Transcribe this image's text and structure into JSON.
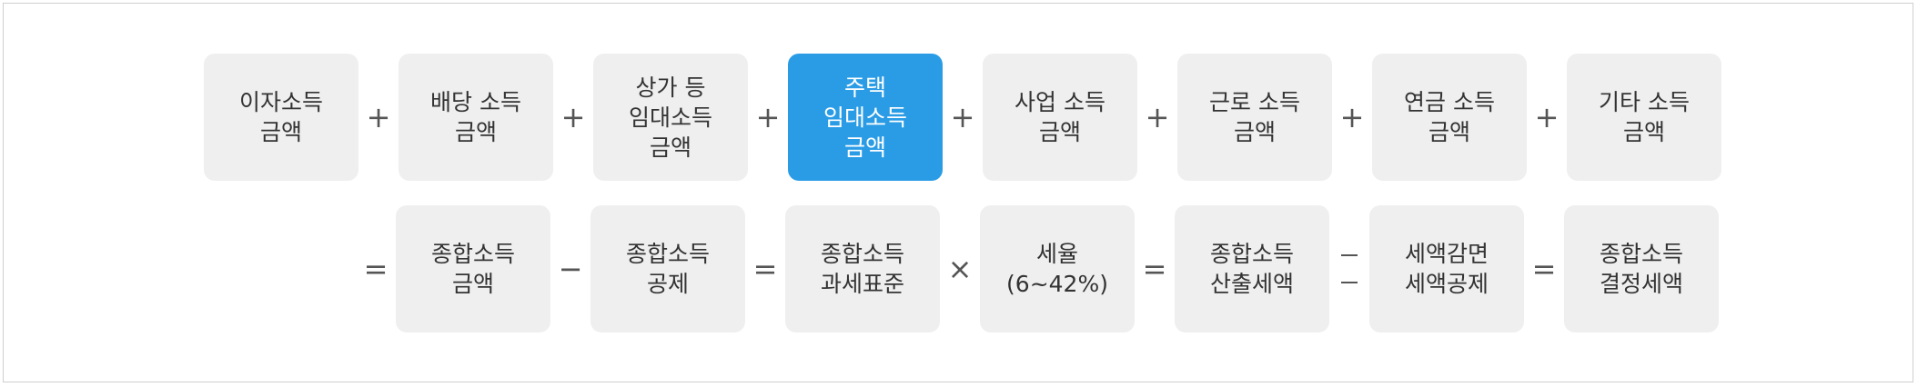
{
  "row1": [
    {
      "text": "이자소득\n금액"
    },
    {
      "op": "+"
    },
    {
      "text": "배당 소득\n금액"
    },
    {
      "op": "+"
    },
    {
      "text": "상가 등\n임대소득\n금액"
    },
    {
      "op": "+"
    },
    {
      "text": "주택\n임대소득\n금액",
      "highlight": true
    },
    {
      "op": "+"
    },
    {
      "text": "사업 소득\n금액"
    },
    {
      "op": "+"
    },
    {
      "text": "근로 소득\n금액"
    },
    {
      "op": "+"
    },
    {
      "text": "연금 소득\n금액"
    },
    {
      "op": "+"
    },
    {
      "text": "기타 소득\n금액"
    }
  ],
  "row2": [
    {
      "op": "="
    },
    {
      "text": "종합소득\n금액"
    },
    {
      "op": "−"
    },
    {
      "text": "종합소득\n공제"
    },
    {
      "op": "="
    },
    {
      "text": "종합소득\n과세표준"
    },
    {
      "op": "×"
    },
    {
      "text": "세율\n(6~42%)"
    },
    {
      "op": "="
    },
    {
      "text": "종합소득\n산출세액"
    },
    {
      "op": "−−"
    },
    {
      "text": "세액감면\n세액공제"
    },
    {
      "op": "="
    },
    {
      "text": "종합소득\n결정세액"
    }
  ],
  "colors": {
    "box_bg": "#efefef",
    "highlight_bg": "#2a9ce6",
    "text": "#333333",
    "operator": "#555555",
    "border": "#cfcfcf"
  }
}
